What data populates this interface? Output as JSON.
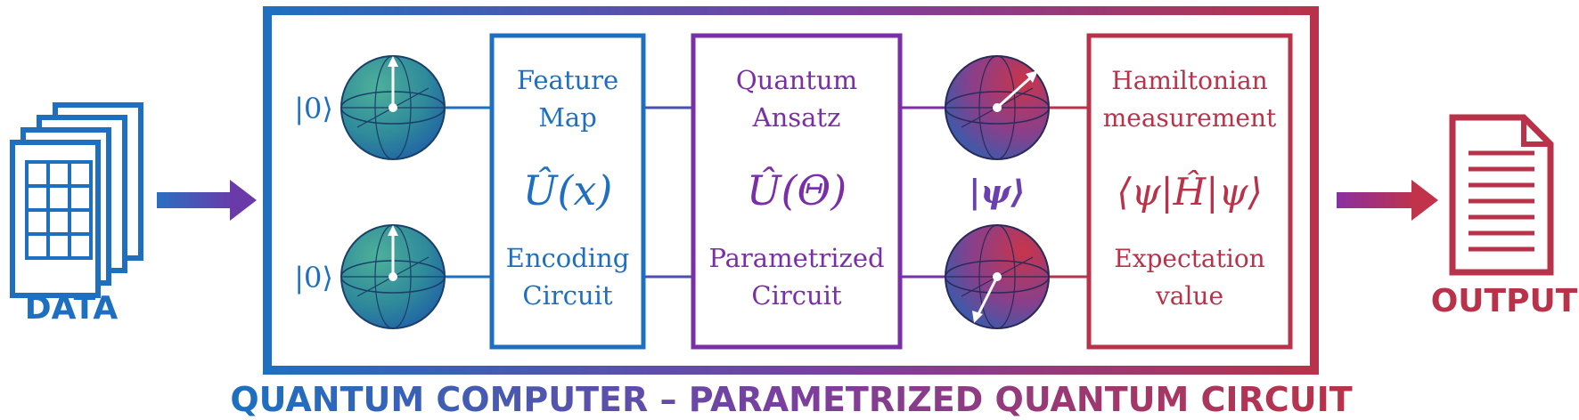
{
  "colors": {
    "blue": "#1f6fc0",
    "purple": "#7a2fa8",
    "crimson": "#b8334a",
    "teal": "#3a9c8c",
    "white": "#ffffff"
  },
  "input": {
    "label": "DATA",
    "icon": "data-stack-icon"
  },
  "output": {
    "label": "OUTPUT",
    "icon": "document-icon"
  },
  "frame": {
    "caption": "QUANTUM COMPUTER – PARAMETRIZED QUANTUM CIRCUIT"
  },
  "qubits": {
    "input_state_top": "|0⟩",
    "input_state_bottom": "|0⟩",
    "output_state": "|ψ⟩",
    "icon": "bloch-sphere-icon"
  },
  "boxes": {
    "encoding": {
      "title_line1": "Feature",
      "title_line2": "Map",
      "formula": "Û(x)",
      "caption_line1": "Encoding",
      "caption_line2": "Circuit"
    },
    "ansatz": {
      "title_line1": "Quantum",
      "title_line2": "Ansatz",
      "formula": "Û(Θ)",
      "caption_line1": "Parametrized",
      "caption_line2": "Circuit"
    },
    "measurement": {
      "title_line1": "Hamiltonian",
      "title_line2": "measurement",
      "formula": "⟨ψ|Ĥ|ψ⟩",
      "caption_line1": "Expectation",
      "caption_line2": "value"
    }
  }
}
